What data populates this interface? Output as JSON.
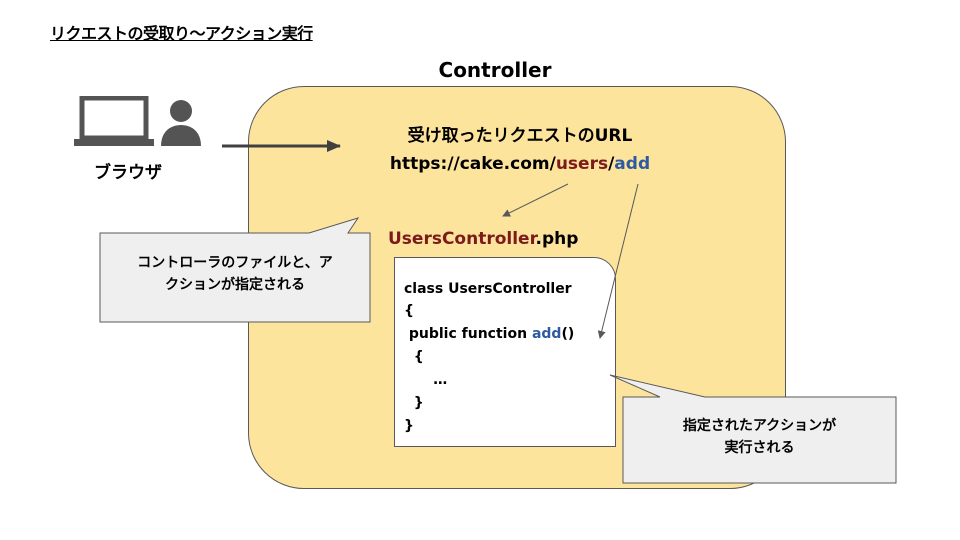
{
  "title": "リクエストの受取り〜アクション実行",
  "controller": {
    "label": "Controller"
  },
  "browser": {
    "label": "ブラウザ"
  },
  "url": {
    "caption": "受け取ったリクエストのURL",
    "prefix": "https://cake.com/",
    "users": "users",
    "slash": "/",
    "add": "add"
  },
  "file": {
    "name": "UsersController",
    "ext": ".php"
  },
  "code": {
    "line1": "class UsersController",
    "line2": "{",
    "line3_prefix": " public function ",
    "line3_method": "add",
    "line3_suffix": "()",
    "line4": "  {",
    "line5": "      …",
    "line6": "  }",
    "line7": "}"
  },
  "callout_left": {
    "line1": "コントローラのファイルと、ア",
    "line2": "クションが指定される"
  },
  "callout_right": {
    "line1": "指定されたアクションが",
    "line2": "実行される"
  },
  "colors": {
    "controller_fill": "#fde49c",
    "callout_fill": "#efefef",
    "accent_red": "#7b1b1b",
    "accent_blue": "#2e5aa0"
  },
  "icons": [
    "laptop-icon",
    "person-icon"
  ]
}
